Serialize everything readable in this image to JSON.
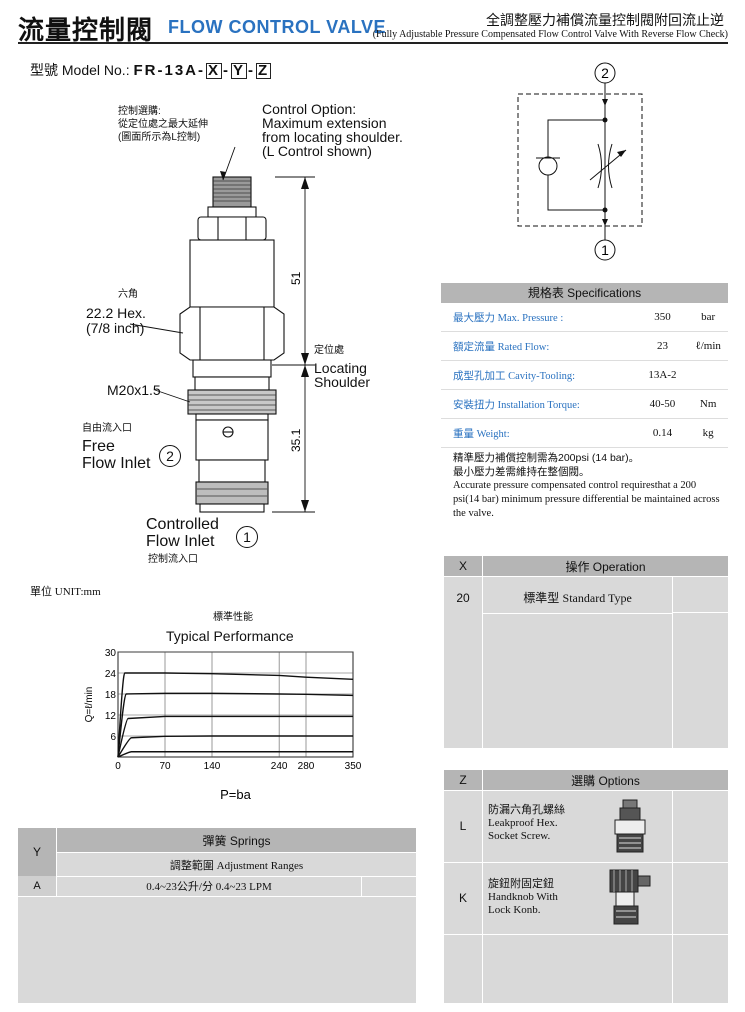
{
  "header": {
    "title_cn": "流量控制閥",
    "title_en": "FLOW CONTROL VALVE",
    "subtitle_cn": "全調整壓力補償流量控制閥附回流止逆",
    "subtitle_en": "(Fully Adjustable Pressure Compensated Flow Control Valve With Reverse Flow Check)"
  },
  "model": {
    "label": "型號 Model No.:",
    "code_prefix": "FR-13A-",
    "opt_x": "X",
    "sep1": "-",
    "opt_y": "Y",
    "sep2": "-",
    "opt_z": "Z"
  },
  "drawing": {
    "control_option_cn1": "控制選購:",
    "control_option_cn2": "從定位處之最大延伸",
    "control_option_cn3": "(圖面所示為L控制)",
    "control_option_en1": "Control Option:",
    "control_option_en2": "Maximum extension",
    "control_option_en3": "from locating shoulder.",
    "control_option_en4": "(L Control shown)",
    "hex_cn": "六角",
    "hex_en1": "22.2 Hex.",
    "hex_en2": "(7/8 inch)",
    "thread": "M20x1.5",
    "locating_cn": "定位處",
    "locating_en1": "Locating",
    "locating_en2": "Shoulder",
    "dim_51": "51",
    "dim_351": "35.1",
    "free_cn": "自由流入口",
    "free_en1": "Free",
    "free_en2": "Flow Inlet",
    "port2": "2",
    "controlled_en1": "Controlled",
    "controlled_en2": "Flow Inlet",
    "controlled_cn": "控制流入口",
    "port1": "1",
    "unit": "單位 UNIT:mm"
  },
  "symbol": {
    "port_top": "2",
    "port_bottom": "1"
  },
  "chart_data": {
    "type": "line",
    "title_cn": "標準性能",
    "title": "Typical Performance",
    "xlabel": "P=ba",
    "ylabel": "Q=ℓ/min",
    "x_ticks": [
      "0",
      "70",
      "140",
      "240",
      "280",
      "350"
    ],
    "y_ticks": [
      "30",
      "24",
      "18",
      "12",
      "6"
    ],
    "xlim": [
      0,
      350
    ],
    "ylim": [
      0,
      30
    ],
    "grid": true,
    "series": [
      {
        "x": [
          0,
          10,
          70,
          140,
          240,
          280,
          350
        ],
        "values": [
          0,
          24,
          24,
          23.8,
          23.3,
          22.8,
          22.2
        ]
      },
      {
        "x": [
          0,
          12,
          70,
          140,
          240,
          280,
          350
        ],
        "values": [
          0,
          18,
          18.2,
          18.2,
          18,
          17.9,
          17.6
        ]
      },
      {
        "x": [
          0,
          15,
          70,
          140,
          240,
          280,
          350
        ],
        "values": [
          0,
          11,
          11.6,
          11.6,
          11.6,
          11.6,
          11.6
        ]
      },
      {
        "x": [
          0,
          20,
          70,
          140,
          240,
          280,
          350
        ],
        "values": [
          0,
          5.5,
          5.9,
          6,
          6,
          6,
          6
        ]
      },
      {
        "x": [
          0,
          20,
          70,
          140,
          240,
          280,
          350
        ],
        "values": [
          0,
          1.5,
          1.5,
          1.5,
          1.5,
          1.5,
          1.5
        ]
      }
    ]
  },
  "spec": {
    "title": "規格表 Specifications",
    "rows": [
      {
        "k_cn": "最大壓力",
        "k_en": "Max. Pressure :",
        "v": "350",
        "u": "bar"
      },
      {
        "k_cn": "額定流量",
        "k_en": "Rated Flow:",
        "v": "23",
        "u": "ℓ/min"
      },
      {
        "k_cn": "成型孔加工",
        "k_en": "Cavity-Tooling:",
        "v": "13A-2",
        "u": ""
      },
      {
        "k_cn": "安裝扭力",
        "k_en": "Installation Torque:",
        "v": "40-50",
        "u": "Nm"
      },
      {
        "k_cn": "重量",
        "k_en": "Weight:",
        "v": "0.14",
        "u": "kg"
      }
    ],
    "note_cn1": "精準壓力補償控制需為200psi (14 bar)。",
    "note_cn2": "最小壓力差需維持在整個閥。",
    "note_en": "Accurate pressure compensated control requiresthat a 200 psi(14 bar) minimum pressure differential be maintained across the valve."
  },
  "x_table": {
    "col": "X",
    "title": "操作 Operation",
    "row_code": "20",
    "row_cn": "標準型",
    "row_en": "Standard Type"
  },
  "z_table": {
    "col": "Z",
    "title": "選購 Options",
    "rows": [
      {
        "code": "L",
        "cn": "防漏六角孔螺絲",
        "en1": "Leakproof Hex.",
        "en2": "Socket Screw."
      },
      {
        "code": "K",
        "cn": "旋鈕附固定鈕",
        "en1": "Handknob With",
        "en2": "Lock Konb."
      }
    ]
  },
  "y_table": {
    "col": "Y",
    "title": "彈簧 Springs",
    "subtitle": "調整範圍 Adjustment Ranges",
    "row_code": "A",
    "row_value": "0.4~23公升/分 0.4~23 LPM"
  }
}
